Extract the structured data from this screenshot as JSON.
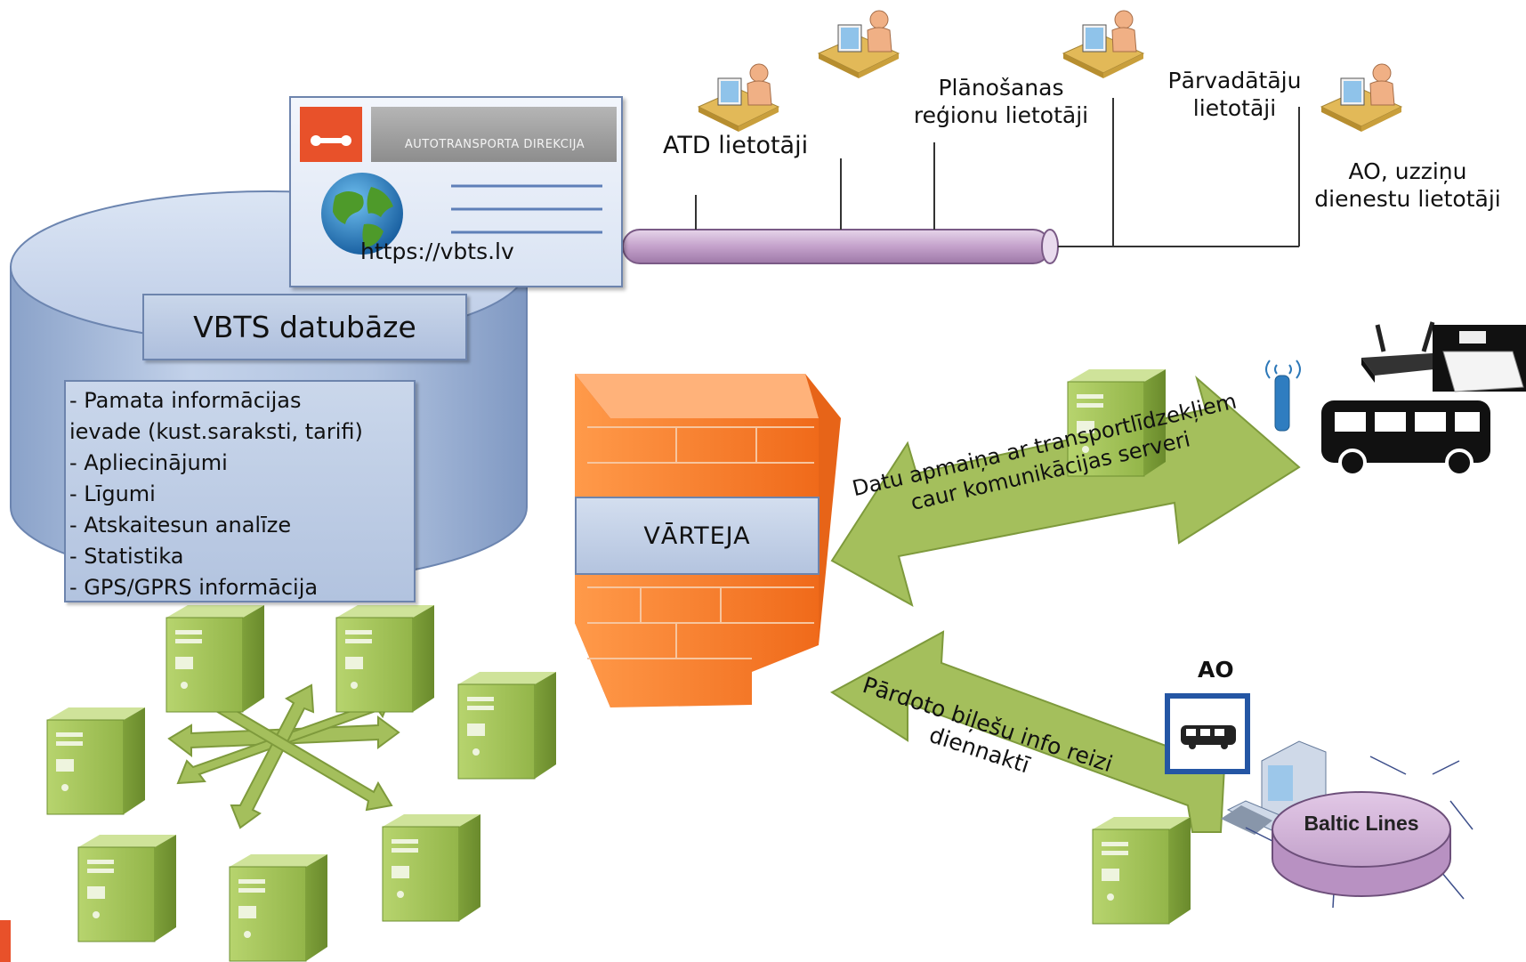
{
  "users": {
    "atd": "ATD lietotāji",
    "planning_line1": "Plānošanas",
    "planning_line2": "reģionu lietotāji",
    "carriers_line1": "Pārvadātāju",
    "carriers_line2": "lietotāji",
    "ao_line1": "AO, uzziņu",
    "ao_line2": "dienestu lietotāji"
  },
  "web_portal": {
    "brand": "AUTOTRANSPORTA DIREKCIJA",
    "url": "https://vbts.lv"
  },
  "database": {
    "title": "VBTS datubāze",
    "items": [
      "- Pamata informācijas",
      "ievade (kust.saraksti, tarifi)",
      "- Apliecinājumi",
      "- Līgumi",
      "- Atskaitesun analīze",
      "- Statistika",
      "- GPS/GPRS informācija"
    ]
  },
  "gateway": {
    "label": "VĀRTEJA"
  },
  "arrows": {
    "data_exchange_line1": "Datu apmaiņa ar transportlīdzekļiem",
    "data_exchange_line2": "caur komunikācijas serveri",
    "tickets_line1": "Pārdoto biļešu info reizi",
    "tickets_line2": "diennaktī"
  },
  "ao_station": {
    "label": "AO",
    "system": "Baltic Lines"
  },
  "colors": {
    "arrow_green": "#a4bf5c",
    "firewall_orange": "#f27522",
    "db_blue": "#b6c7e2",
    "pipe_purple": "#c9a8cf",
    "server_green": "#9fc155",
    "corner_accent": "#e8512a"
  }
}
